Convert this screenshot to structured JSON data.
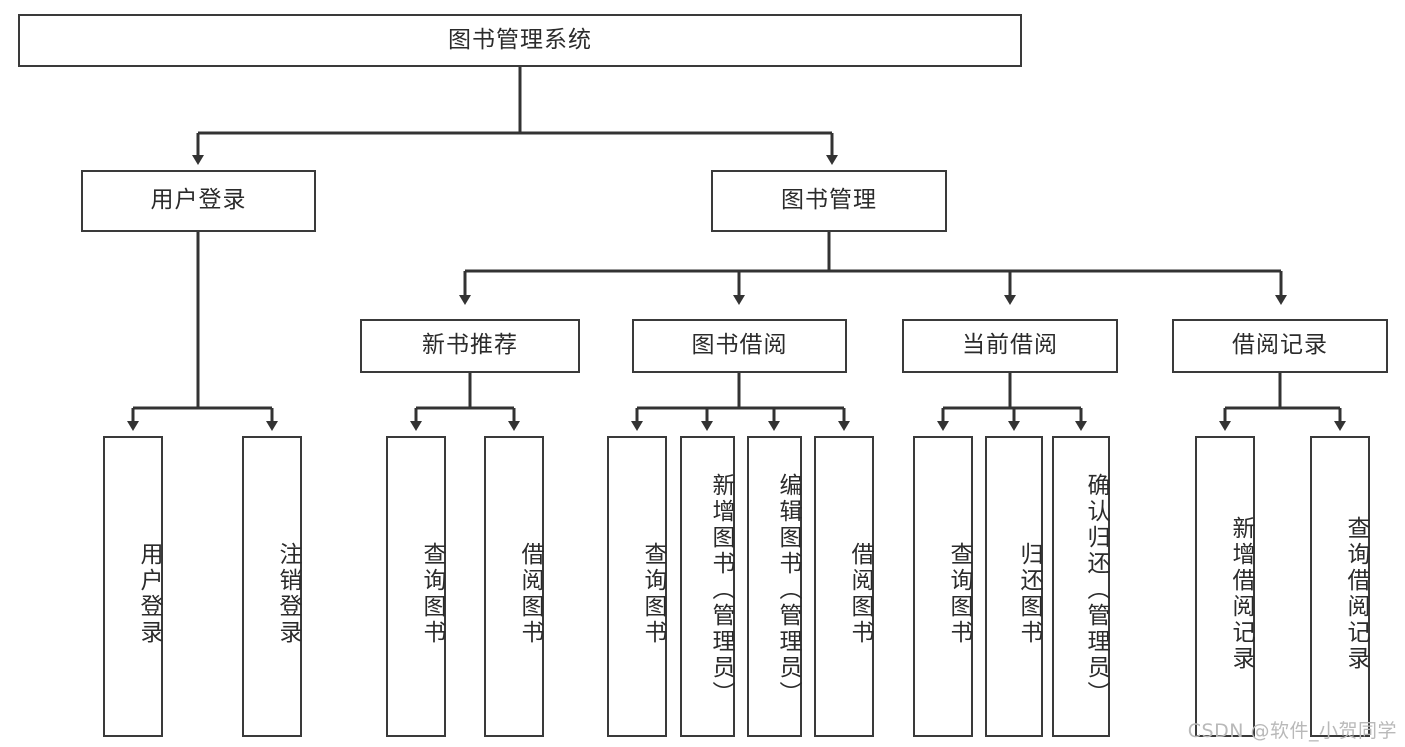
{
  "diagram": {
    "title": "图书管理系统",
    "type": "hierarchy-tree",
    "watermark": "CSDN @软件_小贺同学",
    "colors": {
      "background": "#ffffff",
      "box_border": "#3a3a3a",
      "connector": "#333333",
      "text": "#2b2b2b",
      "watermark": "#b9b9b9"
    },
    "root": {
      "label": "图书管理系统"
    },
    "level2": [
      {
        "label": "用户登录"
      },
      {
        "label": "图书管理"
      }
    ],
    "level3": [
      {
        "label": "新书推荐"
      },
      {
        "label": "图书借阅"
      },
      {
        "label": "当前借阅"
      },
      {
        "label": "借阅记录"
      }
    ],
    "leaves": {
      "user_login": [
        {
          "label": "用户登录"
        },
        {
          "label": "注销登录"
        }
      ],
      "new_book": [
        {
          "label": "查询图书"
        },
        {
          "label": "借阅图书"
        }
      ],
      "book_borrow": [
        {
          "label": "查询图书"
        },
        {
          "label": "新增图书（管理员）"
        },
        {
          "label": "编辑图书（管理员）"
        },
        {
          "label": "借阅图书"
        }
      ],
      "current_borrow": [
        {
          "label": "查询图书"
        },
        {
          "label": "归还图书"
        },
        {
          "label": "确认归还（管理员）"
        }
      ],
      "borrow_record": [
        {
          "label": "新增借阅记录"
        },
        {
          "label": "查询借阅记录"
        }
      ]
    }
  }
}
